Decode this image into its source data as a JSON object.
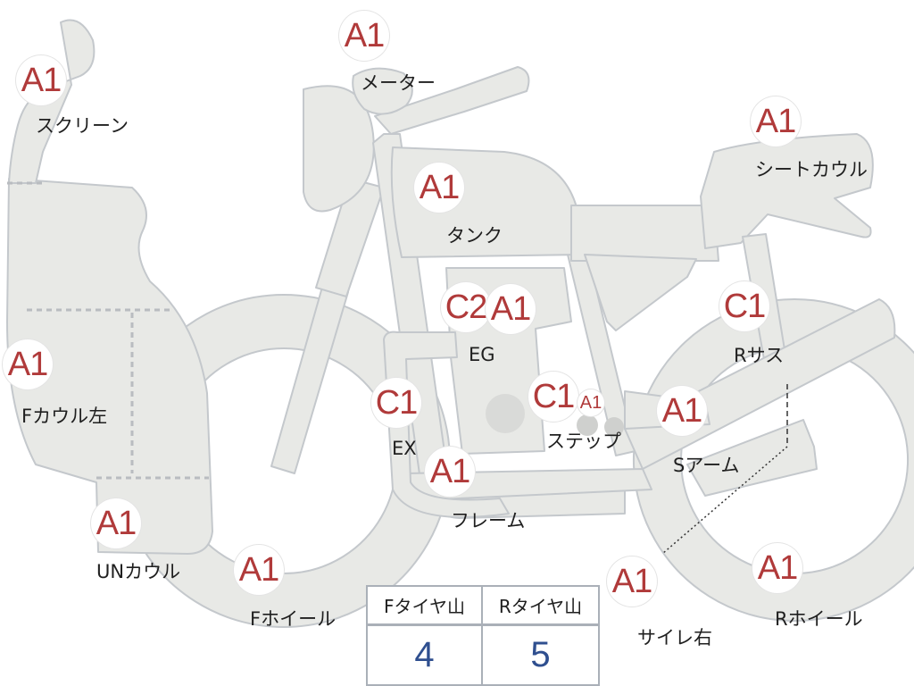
{
  "colors": {
    "part_fill": "#e8e9e6",
    "part_stroke": "#c4c8cc",
    "grade_text": "#b03a3a",
    "value_text": "#2f4f8f"
  },
  "parts": [
    {
      "id": "screen",
      "label": "スクリーン",
      "grades": [
        "A1"
      ]
    },
    {
      "id": "meter",
      "label": "メーター",
      "grades": [
        "A1"
      ]
    },
    {
      "id": "tank",
      "label": "タンク",
      "grades": [
        "A1"
      ]
    },
    {
      "id": "seatcowl",
      "label": "シートカウル",
      "grades": [
        "A1"
      ]
    },
    {
      "id": "eg",
      "label": "EG",
      "grades": [
        "C2",
        "A1"
      ]
    },
    {
      "id": "rsus",
      "label": "Rサス",
      "grades": [
        "C1"
      ]
    },
    {
      "id": "fcowl",
      "label": "Fカウル左",
      "grades": [
        "A1"
      ]
    },
    {
      "id": "ex",
      "label": "EX",
      "grades": [
        "C1"
      ]
    },
    {
      "id": "step",
      "label": "ステップ",
      "grades": [
        "C1",
        "A1"
      ]
    },
    {
      "id": "sarm",
      "label": "Sアーム",
      "grades": [
        "A1"
      ]
    },
    {
      "id": "frame",
      "label": "フレーム",
      "grades": [
        "A1"
      ]
    },
    {
      "id": "uncowl",
      "label": "UNカウル",
      "grades": [
        "A1"
      ]
    },
    {
      "id": "fwheel",
      "label": "Fホイール",
      "grades": [
        "A1"
      ]
    },
    {
      "id": "muffler",
      "label": "サイレ右",
      "grades": [
        "A1"
      ]
    },
    {
      "id": "rwheel",
      "label": "Rホイール",
      "grades": [
        "A1"
      ]
    }
  ],
  "tire_table": {
    "front_header": "Fタイヤ山",
    "rear_header": "Rタイヤ山",
    "front_value": "4",
    "rear_value": "5"
  }
}
